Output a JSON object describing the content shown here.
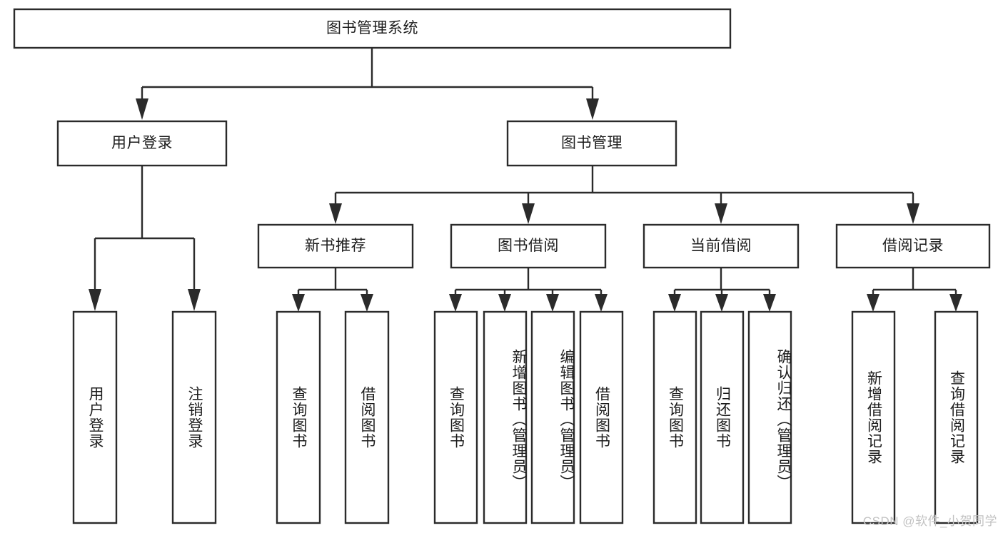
{
  "diagram": {
    "type": "tree-hierarchy",
    "title": "图书管理系统",
    "orientation": "top-down",
    "watermark": "CSDN @软件_小贺同学",
    "colors": {
      "box_stroke": "#2b2b2b",
      "box_fill": "#ffffff",
      "connector": "#2b2b2b",
      "text": "#1c1c1c",
      "watermark": "#c2c2c2"
    },
    "root": {
      "label": "图书管理系统"
    },
    "level2": [
      {
        "label": "用户登录"
      },
      {
        "label": "图书管理"
      }
    ],
    "level3": [
      {
        "label": "新书推荐"
      },
      {
        "label": "图书借阅"
      },
      {
        "label": "当前借阅"
      },
      {
        "label": "借阅记录"
      }
    ],
    "leaves": {
      "user_login": [
        {
          "label": "用户登录"
        },
        {
          "label": "注销登录"
        }
      ],
      "new_book_recommend": [
        {
          "label": "查询图书"
        },
        {
          "label": "借阅图书"
        }
      ],
      "book_borrow": [
        {
          "label": "查询图书"
        },
        {
          "label": "新增图书（管理员）"
        },
        {
          "label": "编辑图书（管理员）"
        },
        {
          "label": "借阅图书"
        }
      ],
      "current_borrow": [
        {
          "label": "查询图书"
        },
        {
          "label": "归还图书"
        },
        {
          "label": "确认归还（管理员）"
        }
      ],
      "borrow_record": [
        {
          "label": "新增借阅记录"
        },
        {
          "label": "查询借阅记录"
        }
      ]
    }
  }
}
